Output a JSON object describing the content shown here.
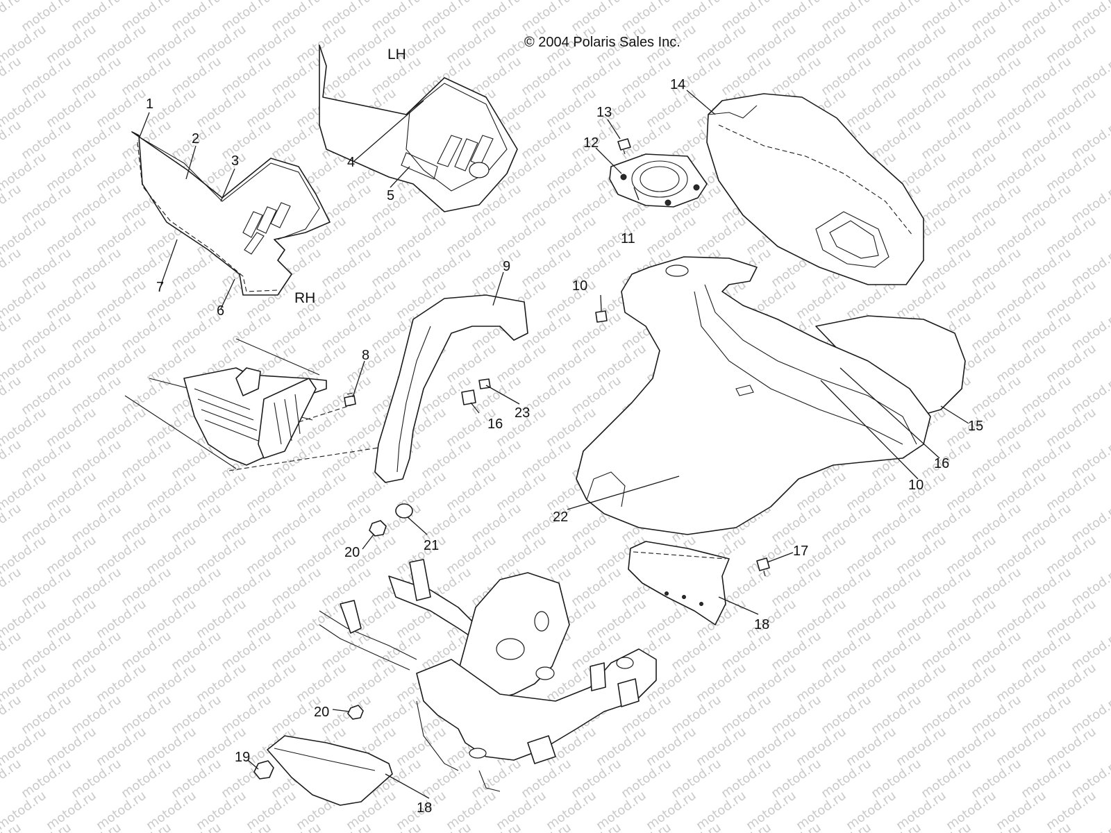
{
  "copyright": "© 2004 Polaris Sales Inc.",
  "watermark": "motod.ru",
  "side_labels": {
    "lh": "LH",
    "rh": "RH"
  },
  "callouts": [
    {
      "id": "c1",
      "label": "1"
    },
    {
      "id": "c2",
      "label": "2"
    },
    {
      "id": "c3",
      "label": "3"
    },
    {
      "id": "c4",
      "label": "4"
    },
    {
      "id": "c5",
      "label": "5"
    },
    {
      "id": "c6",
      "label": "6"
    },
    {
      "id": "c7",
      "label": "7"
    },
    {
      "id": "c8",
      "label": "8"
    },
    {
      "id": "c9",
      "label": "9"
    },
    {
      "id": "c10a",
      "label": "10"
    },
    {
      "id": "c10b",
      "label": "10"
    },
    {
      "id": "c11",
      "label": "11"
    },
    {
      "id": "c12",
      "label": "12"
    },
    {
      "id": "c13",
      "label": "13"
    },
    {
      "id": "c14",
      "label": "14"
    },
    {
      "id": "c15",
      "label": "15"
    },
    {
      "id": "c16a",
      "label": "16"
    },
    {
      "id": "c16b",
      "label": "16"
    },
    {
      "id": "c17",
      "label": "17"
    },
    {
      "id": "c18a",
      "label": "18"
    },
    {
      "id": "c18b",
      "label": "18"
    },
    {
      "id": "c19",
      "label": "19"
    },
    {
      "id": "c20a",
      "label": "20"
    },
    {
      "id": "c20b",
      "label": "20"
    },
    {
      "id": "c21",
      "label": "21"
    },
    {
      "id": "c22",
      "label": "22"
    },
    {
      "id": "c23",
      "label": "23"
    }
  ]
}
